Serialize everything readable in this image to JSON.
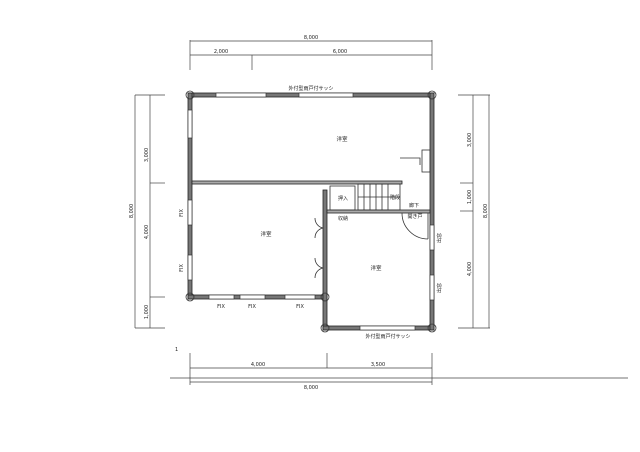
{
  "plan": {
    "dimensions": {
      "top_total": "8,000",
      "top_left": "2,000",
      "top_right": "6,000",
      "bottom_left": "4,000",
      "bottom_right": "3,500",
      "bottom_total": "8,000",
      "left_total": "8,000",
      "left_top": "3,000",
      "left_mid": "4,000",
      "left_bottom": "1,000",
      "right_top": "3,000",
      "right_mid": "1,000",
      "right_bottom": "4,000",
      "right_total": "8,000"
    },
    "rooms": {
      "upper": "洋室",
      "left": "洋室",
      "right": "洋室",
      "closet": "押入",
      "stairs": "階段",
      "hall": "廊下",
      "storage": "収納"
    },
    "annotations": {
      "top_window": "外付型雨戸付サッシ",
      "bottom_window": "外付型雨戸付サッシ",
      "fix1": "FIX",
      "fix2": "FIX",
      "fix3": "FIX",
      "fix4": "FIX",
      "fix5": "FIX",
      "right1": "出窓",
      "right2": "出窓",
      "door_note": "開き戸",
      "mark": "1"
    }
  }
}
